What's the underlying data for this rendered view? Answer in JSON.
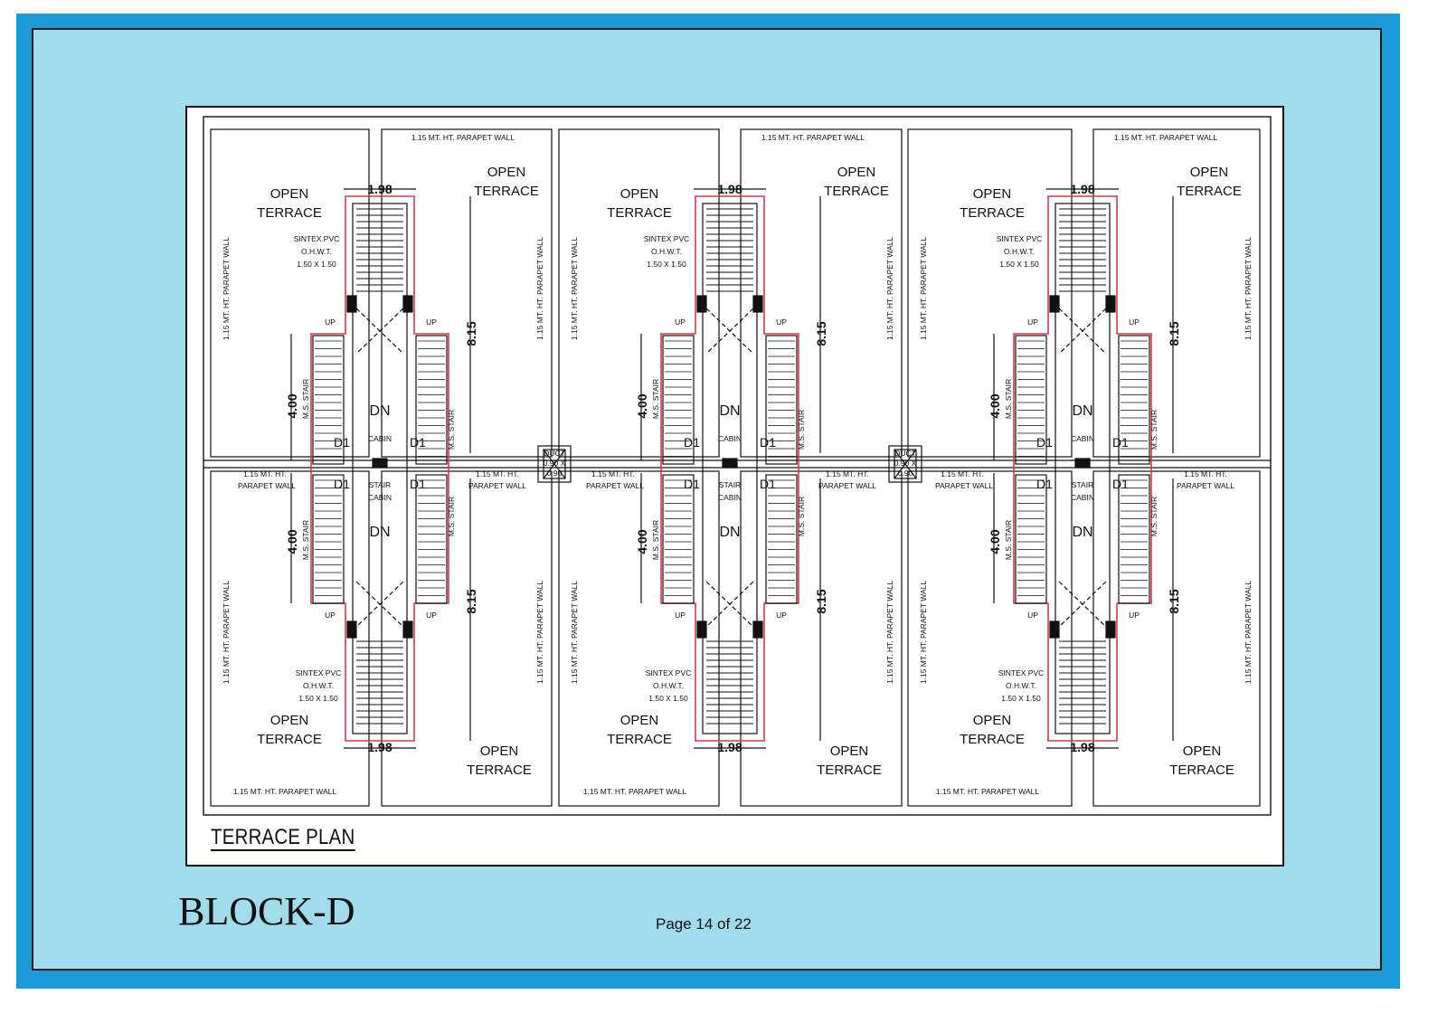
{
  "plan": {
    "title": "TERRACE PLAN",
    "wall_label": "1.15 MT. HT. PARAPET WALL",
    "wall_label_top": "1.15 MT. HT.",
    "wall_label_bottom": "PARAPET WALL",
    "open_top": "OPEN",
    "open_bottom": "TERRACE",
    "tank_line1": "SINTEX PVC",
    "tank_line2": "O.H.W.T.",
    "tank_line3": "1.50 X 1.50",
    "cabin_top": "STAIR",
    "cabin_bottom": "CABIN",
    "door": "D1",
    "down": "DN",
    "up": "UP",
    "ms_stair": "M.S. STAIR",
    "dim_width": "1.98",
    "dim_length": "8.15",
    "dim_stair": "4.00",
    "duct_line1": "DUCT",
    "duct_line2": "0.90 X",
    "duct_line3": "0.90"
  },
  "footer": {
    "block": "BLOCK-D",
    "page": "Page 14 of 22"
  },
  "colors": {
    "frame_outer": "#1a9ad6",
    "frame_inner": "#a0dcec",
    "outline_red": "#d9384f",
    "line": "#111111"
  }
}
